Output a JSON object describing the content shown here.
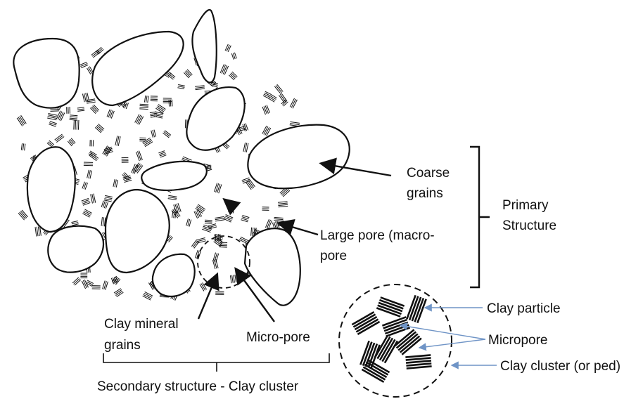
{
  "labels": {
    "coarse_grains_line1": "Coarse",
    "coarse_grains_line2": "grains",
    "primary_structure_line1": "Primary",
    "primary_structure_line2": "Structure",
    "large_pore_line1": "Large pore (macro-",
    "large_pore_line2": "pore",
    "clay_mineral_line1": "Clay mineral",
    "clay_mineral_line2": "grains",
    "micro_pore": "Micro-pore",
    "secondary_structure": "Secondary structure - Clay cluster",
    "clay_particle": "Clay particle",
    "micropore": "Micropore",
    "clay_cluster": "Clay cluster (or ped)"
  }
}
